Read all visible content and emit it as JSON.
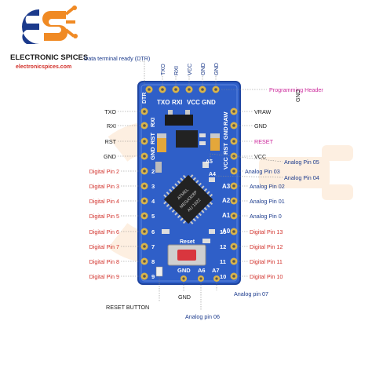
{
  "brand": {
    "name": "ELECTRONIC SPICES",
    "url": "electronicspices.com",
    "colors": {
      "orange": "#f08a24",
      "blue": "#1b3a8c"
    }
  },
  "board": {
    "top_header_silk": [
      "TXO",
      "RXI",
      "VCC",
      "GND"
    ],
    "left_silk": [
      "RXI",
      "RST",
      "GND"
    ],
    "right_silk": [
      "RAW",
      "GND",
      "RST",
      "VCC",
      "A3",
      "A2",
      "A1",
      "A0"
    ],
    "numbers_left": [
      "2",
      "3",
      "4",
      "5",
      "6",
      "7",
      "8",
      "9"
    ],
    "numbers_right": [
      "13",
      "12",
      "11",
      "10"
    ],
    "bottom_silk": [
      "GND",
      "A6",
      "A7"
    ],
    "reset_silk": "Reset",
    "side_silk": [
      "A5",
      "A4"
    ],
    "dtr_silk": "DTR",
    "chip_text": [
      "ATMEL",
      "MEGA328P",
      "AU 1622"
    ],
    "colors": {
      "pcb": "#2f5fc8",
      "pcb_edge": "#1f45a0",
      "pin": "#d9b44a",
      "chip": "#222222",
      "reset": "#d9363e"
    }
  },
  "labels": {
    "dtr": "Data terminal ready (DTR)",
    "top_pins": [
      "TXO",
      "RXI",
      "VCC",
      "GND",
      "GND"
    ],
    "programming_header": "Programming Header",
    "left": [
      {
        "text": "TXO",
        "color": "dark"
      },
      {
        "text": "RXI",
        "color": "dark"
      },
      {
        "text": "RST",
        "color": "dark"
      },
      {
        "text": "GND",
        "color": "dark"
      },
      {
        "text": "Digital Pin 2",
        "color": "red"
      },
      {
        "text": "Digital Pin 3",
        "color": "red"
      },
      {
        "text": "Digital Pin 4",
        "color": "red"
      },
      {
        "text": "Digital Pin 5",
        "color": "red"
      },
      {
        "text": "Digital Pin 6",
        "color": "red"
      },
      {
        "text": "Digital Pin 7",
        "color": "red"
      },
      {
        "text": "Digital Pin 8",
        "color": "red"
      },
      {
        "text": "Digital Pin 9",
        "color": "red"
      }
    ],
    "right": [
      {
        "text": "VRAW",
        "color": "dark"
      },
      {
        "text": "GND",
        "color": "dark"
      },
      {
        "text": "RESET",
        "color": "pink"
      },
      {
        "text": "VCC",
        "color": "dark"
      },
      {
        "text": "Analog Pin 05",
        "color": "blue"
      },
      {
        "text": "Analog Pin 03",
        "color": "blue"
      },
      {
        "text": "Analog Pin 04",
        "color": "blue"
      },
      {
        "text": "Analog Pin 02",
        "color": "blue"
      },
      {
        "text": "Analog Pin 01",
        "color": "blue"
      },
      {
        "text": "Analog Pin 0",
        "color": "blue"
      },
      {
        "text": "Digital Pin 13",
        "color": "red"
      },
      {
        "text": "Digital Pin 12",
        "color": "red"
      },
      {
        "text": "Digital Pin 11",
        "color": "red"
      },
      {
        "text": "Digital Pin 10",
        "color": "red"
      }
    ],
    "raw_gnd_top": "GND",
    "analog_pin_07": "Analog pin 07",
    "reset_button": "RESET BUTTON",
    "gnd_bottom": "GND",
    "analog_pin_06": "Analog pin 06"
  }
}
